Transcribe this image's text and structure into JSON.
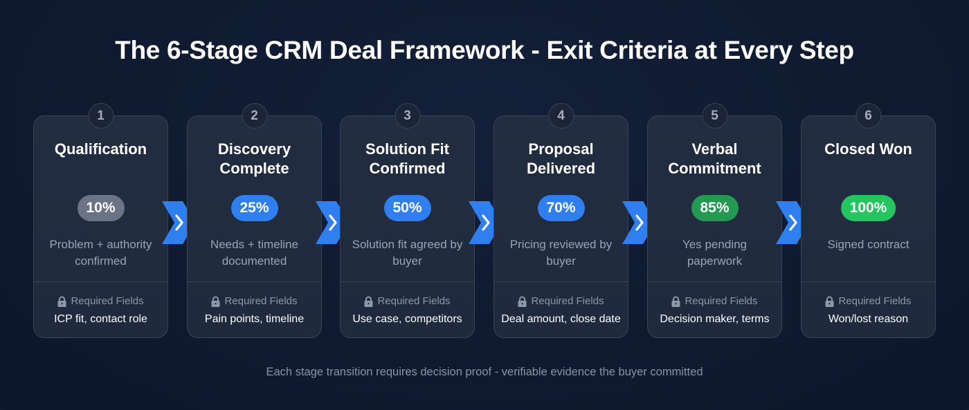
{
  "title": "The 6-Stage CRM Deal Framework - Exit Criteria at Every Step",
  "footer": "Each stage transition requires decision proof - verifiable evidence the buyer committed",
  "required_fields_label": "Required Fields",
  "icons": {
    "lock": "lock-icon",
    "transition": "chevron-right-icon"
  },
  "colors": {
    "background": "#0f1a30",
    "card": "#222c40",
    "card_border": "#3a4459",
    "chevron": "#2f7ff0",
    "badge_gray": "#6b7487",
    "badge_blue": "#2f7ff0",
    "badge_green_dark": "#239a52",
    "badge_green": "#22c55e"
  },
  "stages": [
    {
      "number": "1",
      "title": "Qualification",
      "probability": "10%",
      "badge_color": "#6b7487",
      "description": "Problem + authority confirmed",
      "required_fields": "ICP fit, contact role"
    },
    {
      "number": "2",
      "title": "Discovery Complete",
      "probability": "25%",
      "badge_color": "#2f7ff0",
      "description": "Needs + timeline documented",
      "required_fields": "Pain points, timeline"
    },
    {
      "number": "3",
      "title": "Solution Fit Confirmed",
      "probability": "50%",
      "badge_color": "#2f7ff0",
      "description": "Solution fit agreed by buyer",
      "required_fields": "Use case, competitors"
    },
    {
      "number": "4",
      "title": "Proposal Delivered",
      "probability": "70%",
      "badge_color": "#2f7ff0",
      "description": "Pricing reviewed by buyer",
      "required_fields": "Deal amount, close date"
    },
    {
      "number": "5",
      "title": "Verbal Commitment",
      "probability": "85%",
      "badge_color": "#239a52",
      "description": "Yes pending paperwork",
      "required_fields": "Decision maker, terms"
    },
    {
      "number": "6",
      "title": "Closed Won",
      "probability": "100%",
      "badge_color": "#22c55e",
      "description": "Signed contract",
      "required_fields": "Won/lost reason"
    }
  ]
}
